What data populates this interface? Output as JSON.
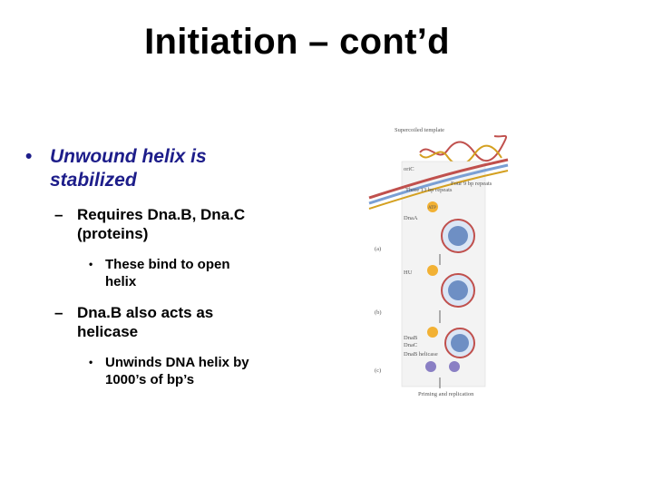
{
  "title": "Initiation – cont’d",
  "bullets": {
    "b1": "Unwound helix is stabilized",
    "b1_1": "Requires Dna.B, Dna.C (proteins)",
    "b1_1_1": "These bind to open helix",
    "b1_2": "Dna.B also acts as helicase",
    "b1_2_1": "Unwinds DNA helix by 1000’s of bp’s"
  },
  "figure": {
    "supercoiled": "Supercoiled template",
    "oric": "oriC",
    "three13": "Three 13 bp repeats",
    "four9": "Four 9 bp repeats",
    "atp": "ATP",
    "dnaa": "DnaA",
    "hu": "HU",
    "dnab": "DnaB",
    "dnac": "DnaC",
    "dnab_helicase": "DnaB helicase",
    "priming": "Priming and replication",
    "panel_a": "(a)",
    "panel_b": "(b)",
    "panel_c": "(c)"
  }
}
